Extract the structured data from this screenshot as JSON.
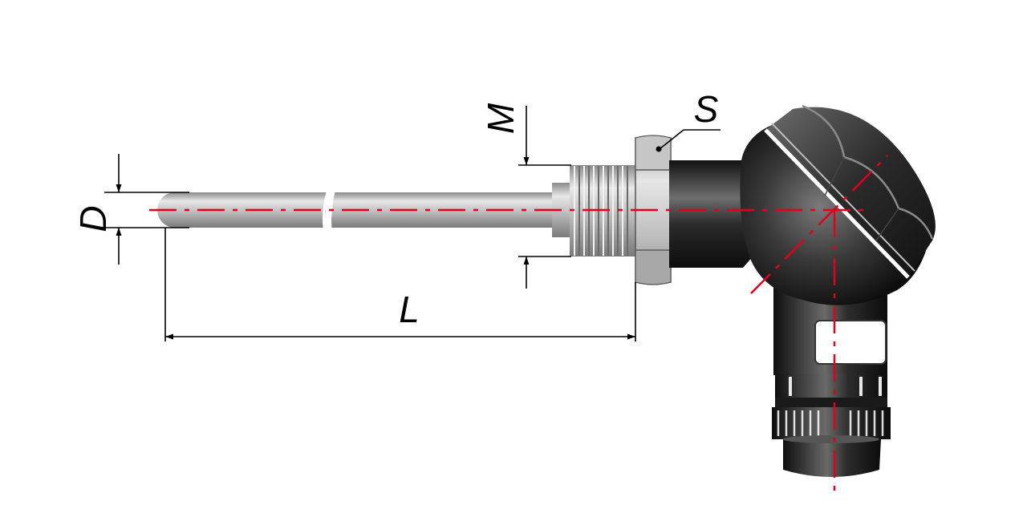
{
  "labels": {
    "diameter": "D",
    "length": "L",
    "thread": "M",
    "hex_size": "S"
  },
  "colors": {
    "background": "#ffffff",
    "centerline": "#e0001b",
    "dimension_lines": "#000000",
    "probe_metal": "#b9b9b9",
    "head_body": "#1f1f1f"
  },
  "components": {
    "probe_sheath": "probe-sheath",
    "threaded_fitting": "threaded-fitting",
    "hex_nut": "hex-nut",
    "neck": "neck",
    "connection_head": "connection-head",
    "head_lid": "head-lid",
    "cable_gland": "cable-gland"
  }
}
